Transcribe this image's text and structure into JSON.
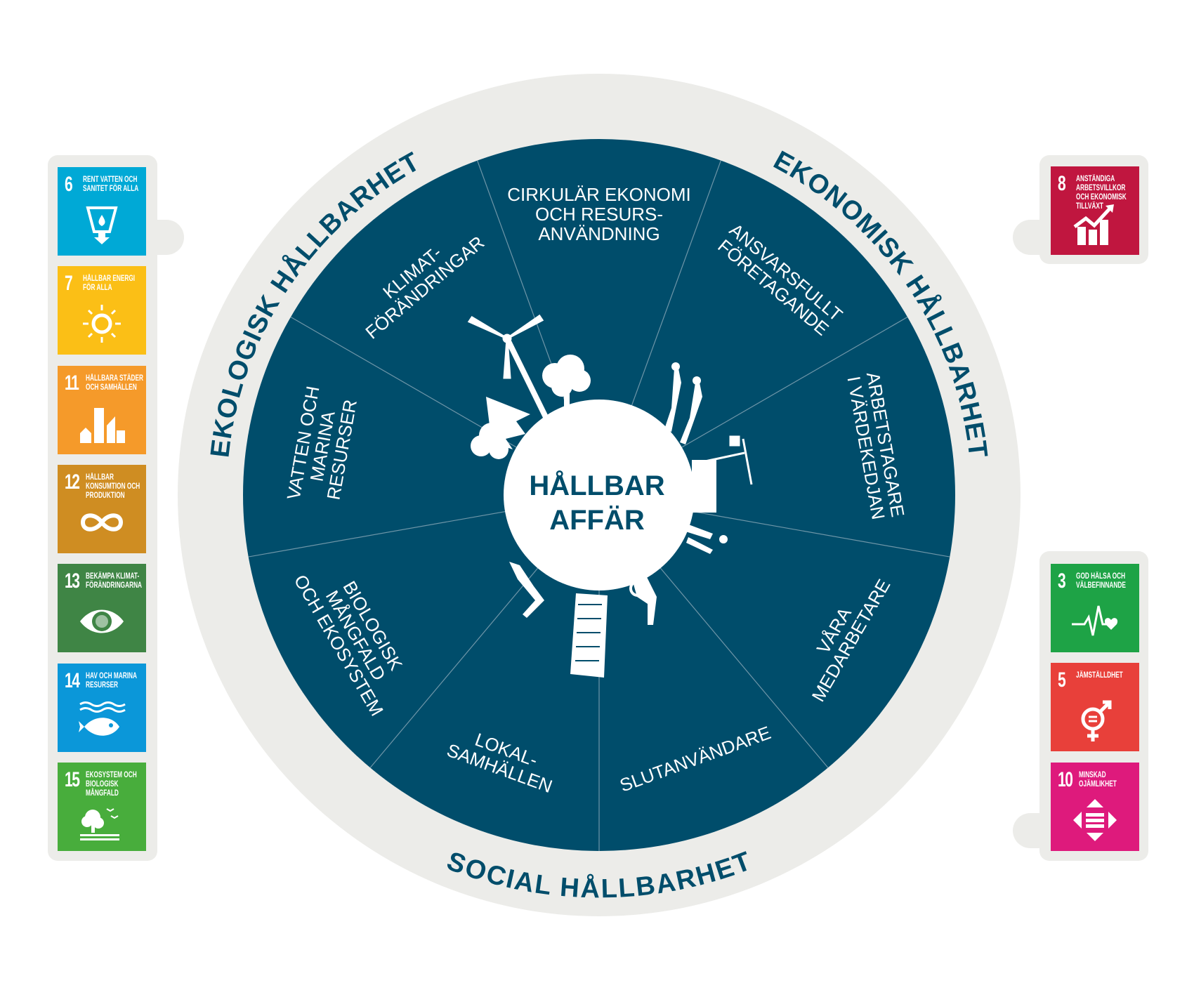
{
  "colors": {
    "ring": "#ecece9",
    "wheel": "#004d6b",
    "hub": "#ffffff",
    "line": "#6f96a8"
  },
  "center_title": [
    "HÅLLBAR",
    "AFFÄR"
  ],
  "ring_labels": {
    "ecological": "EKOLOGISK HÅLLBARHET",
    "economic": "EKONOMISK HÅLLBARHET",
    "social": "SOCIAL HÅLLBARHET"
  },
  "segments": [
    {
      "lines": [
        "CIRKULÄR EKONOMI",
        "OCH RESURS-",
        "ANVÄNDNING"
      ]
    },
    {
      "lines": [
        "ANSVARSFULLT",
        "FÖRETAGANDE"
      ]
    },
    {
      "lines": [
        "ARBETSTAGARE",
        "I VÄRDEKEDJAN"
      ]
    },
    {
      "lines": [
        "VÅRA",
        "MEDARBETARE"
      ]
    },
    {
      "lines": [
        "SLUTANVÄNDARE"
      ]
    },
    {
      "lines": [
        "LOKAL-",
        "SAMHÄLLEN"
      ]
    },
    {
      "lines": [
        "BIOLOGISK",
        "MÅNGFALD",
        "OCH EKOSYSTEM"
      ]
    },
    {
      "lines": [
        "VATTEN OCH",
        "MARINA",
        "RESURSER"
      ]
    },
    {
      "lines": [
        "KLIMAT-",
        "FÖRÄNDRINGAR"
      ]
    }
  ],
  "sdg_left": [
    {
      "num": "6",
      "title": "Rent vatten och sanitet för alla",
      "color": "#00a9d6",
      "icon": "water-glass-icon"
    },
    {
      "num": "7",
      "title": "Hållbar energi för alla",
      "color": "#fbbf16",
      "icon": "sun-power-icon"
    },
    {
      "num": "11",
      "title": "Hållbara städer och samhällen",
      "color": "#f59a2a",
      "icon": "city-buildings-icon"
    },
    {
      "num": "12",
      "title": "Hållbar konsumtion och produktion",
      "color": "#cf8d22",
      "icon": "infinity-loop-icon"
    },
    {
      "num": "13",
      "title": "Bekämpa klimat-förändringarna",
      "color": "#3f8545",
      "icon": "earth-eye-icon"
    },
    {
      "num": "14",
      "title": "Hav och marina resurser",
      "color": "#0b97d9",
      "icon": "fish-waves-icon"
    },
    {
      "num": "15",
      "title": "Ekosystem och biologisk mångfald",
      "color": "#48ad3c",
      "icon": "tree-birds-icon"
    }
  ],
  "sdg_right_top": [
    {
      "num": "8",
      "title": "Anständiga arbetsvillkor och ekonomisk tillväxt",
      "color": "#c0163f",
      "icon": "growth-chart-icon"
    }
  ],
  "sdg_right_bottom": [
    {
      "num": "3",
      "title": "God hälsa och välbefinnande",
      "color": "#1ea346",
      "icon": "heartbeat-icon"
    },
    {
      "num": "5",
      "title": "Jämställdhet",
      "color": "#e8403a",
      "icon": "gender-equality-icon"
    },
    {
      "num": "10",
      "title": "Minskad ojämlikhet",
      "color": "#de1a7c",
      "icon": "equality-arrows-icon"
    }
  ]
}
